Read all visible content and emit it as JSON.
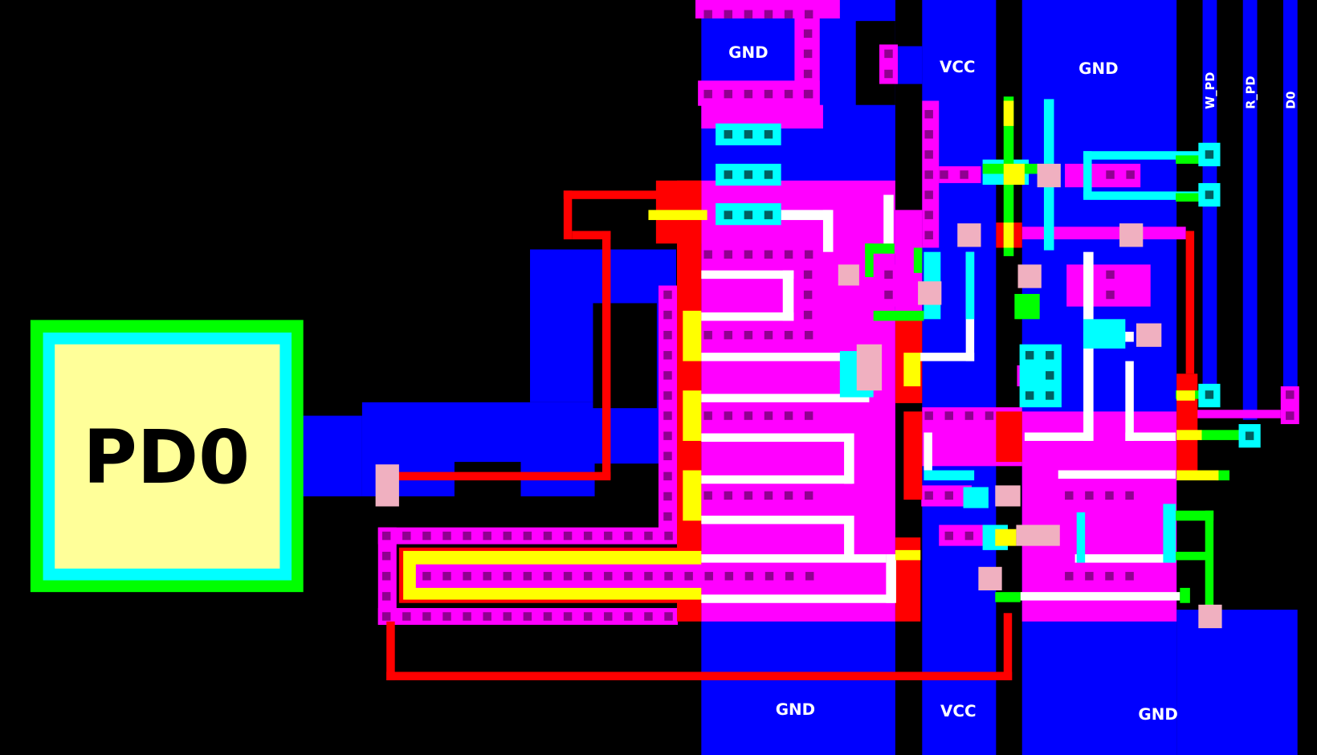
{
  "pad": {
    "label": "PD0"
  },
  "nets": {
    "gnd_top_left": "GND",
    "vcc_top": "VCC",
    "gnd_top_right": "GND",
    "w_pd": "W_PD",
    "r_pd": "R_PD",
    "d0": "D0",
    "gnd_bottom_left": "GND",
    "vcc_bottom": "VCC",
    "gnd_bottom_right": "GND"
  },
  "colors": {
    "metal1": "#0000ff",
    "metal2": "#ff00ff",
    "poly": "#ff0000",
    "diff": "#00ff00",
    "contact": "#00ffff",
    "overlap": "#ffff00",
    "pad_fill": "#ffff99"
  }
}
